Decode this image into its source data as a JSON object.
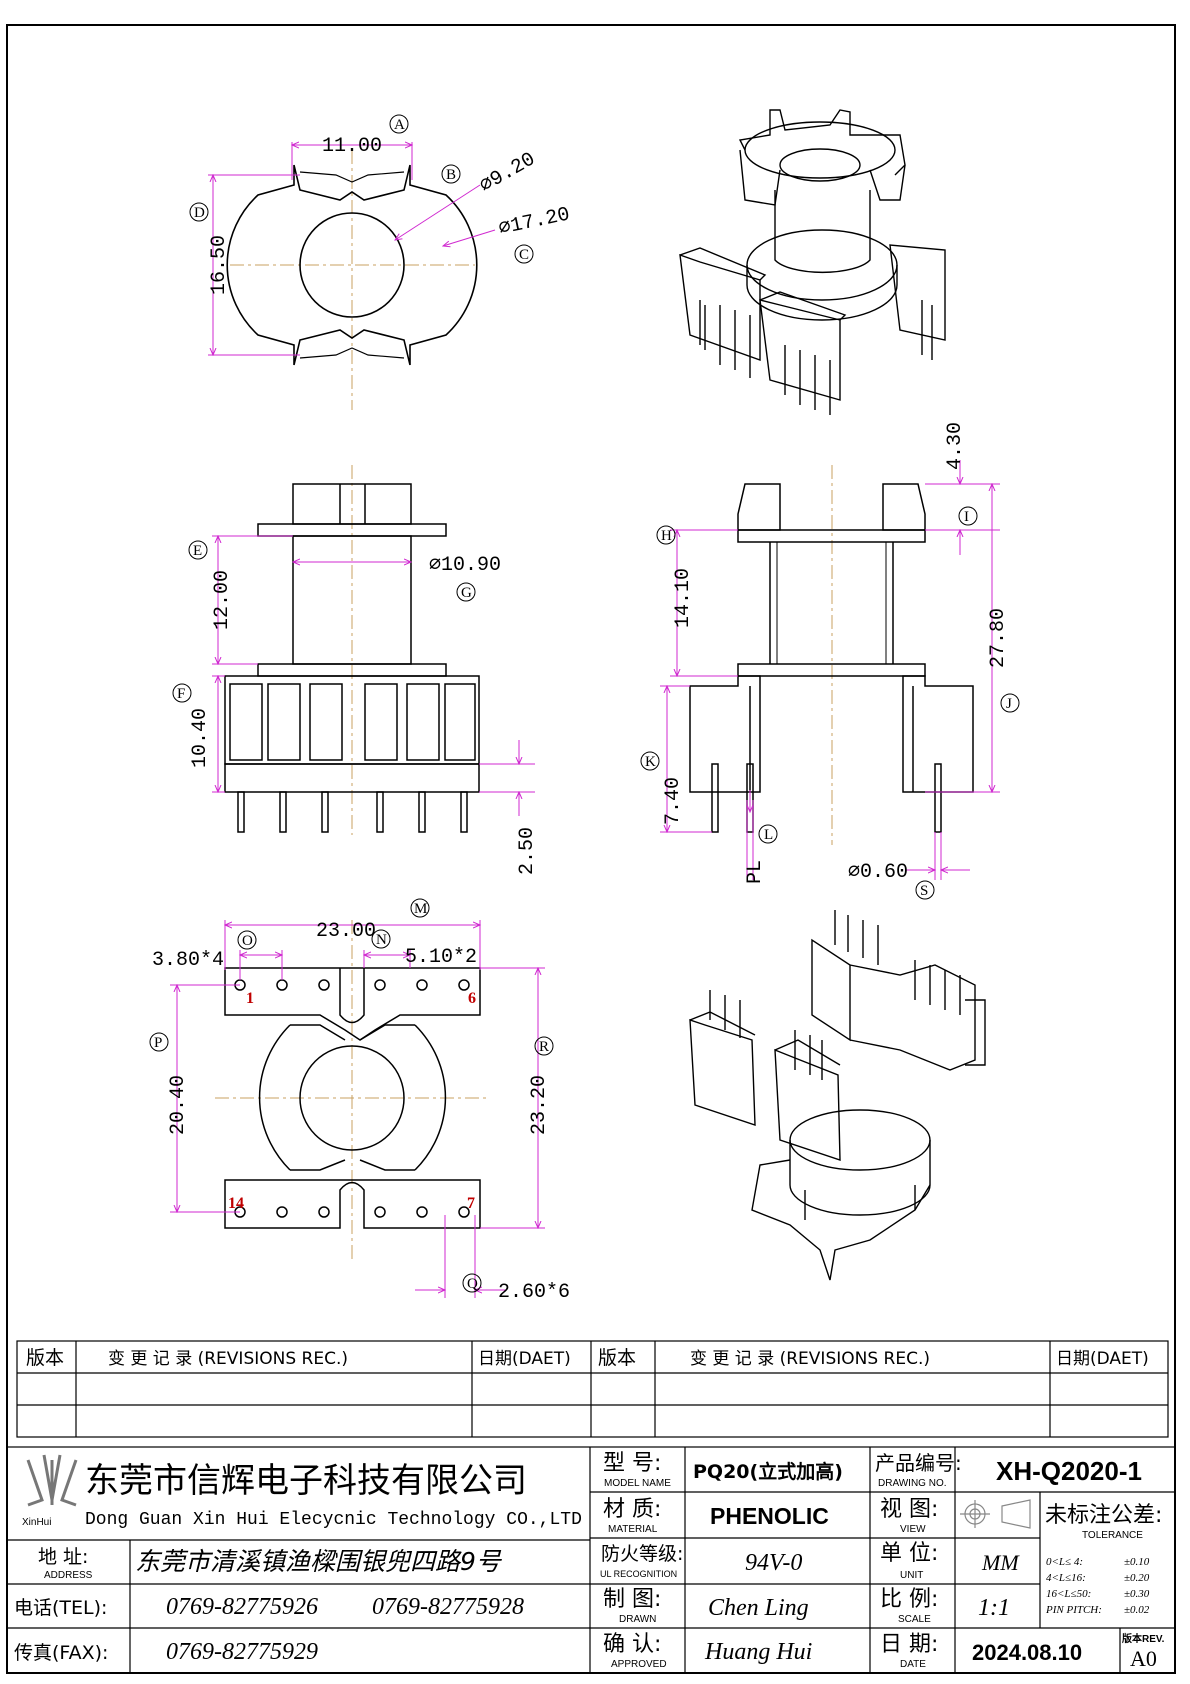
{
  "dimensions": {
    "top_view": {
      "width": "11.00",
      "height": "16.50",
      "inner_dia": "⌀9.20",
      "outer_dia": "⌀17.20",
      "tags": [
        "A",
        "B",
        "C",
        "D"
      ]
    },
    "side_view": {
      "tube_height": "12.00",
      "tube_dia": "⌀10.90",
      "base_height": "10.40",
      "pin_len": "2.50",
      "tags": [
        "E",
        "F",
        "G"
      ]
    },
    "front_view": {
      "flange": "4.30",
      "winding": "14.10",
      "total": "27.80",
      "lower": "7.40",
      "pl": "PL",
      "pin_dia": "⌀0.60",
      "tags": [
        "H",
        "I",
        "J",
        "K",
        "L",
        "S"
      ]
    },
    "bottom_view": {
      "overall": "23.00",
      "pitch": "3.80*4",
      "slot": "5.10*2",
      "height_left": "20.40",
      "height_right": "23.20",
      "pin_hole": "2.60*6",
      "tags": [
        "M",
        "N",
        "O",
        "P",
        "Q",
        "R"
      ],
      "pins": [
        "1",
        "6",
        "14",
        "7"
      ]
    }
  },
  "revisions": {
    "headers": [
      "版本",
      "变 更 记 录  (REVISIONS REC.)",
      "日期(DAET)",
      "版本",
      "变 更 记 录  (REVISIONS REC.)",
      "日期(DAET)"
    ]
  },
  "company": {
    "name_cn": "东莞市信辉电子科技有限公司",
    "name_en": "Dong Guan Xin Hui Elecycnic Technology CO.,LTD",
    "logo_text": "XinHui",
    "address_label": "地  址:",
    "address_label_en": "ADDRESS",
    "address": "东莞市清溪镇渔樑围银兜四路9号",
    "tel_label": "电话(TEL):",
    "tel1": "0769-82775926",
    "tel2": "0769-82775928",
    "fax_label": "传真(FAX):",
    "fax": "0769-82775929"
  },
  "title_block": {
    "model_label": "型  号:",
    "model_label_en": "MODEL NAME",
    "model": "PQ20(立式加高)",
    "material_label": "材  质:",
    "material_label_en": "MATERIAL",
    "material": "PHENOLIC",
    "ul_label": "防火等级:",
    "ul_label_en": "UL RECOGNITION",
    "ul": "94V-0",
    "drawn_label": "制  图:",
    "drawn_label_en": "DRAWN",
    "drawn": "Chen Ling",
    "approved_label": "确  认:",
    "approved_label_en": "APPROVED",
    "approved": "Huang Hui",
    "drawing_no_label": "产品编号:",
    "drawing_no_label_en": "DRAWING NO.",
    "drawing_no": "XH-Q2020-1",
    "view_label": "视  图:",
    "view_label_en": "VIEW",
    "unit_label": "单  位:",
    "unit_label_en": "UNIT",
    "unit": "MM",
    "scale_label": "比  例:",
    "scale_label_en": "SCALE",
    "scale": "1:1",
    "date_label": "日  期:",
    "date_label_en": "DATE",
    "date": "2024.08.10",
    "rev_label": "版本REV.",
    "rev": "A0",
    "tolerance_title": "未标注公差:",
    "tolerance_title_en": "TOLERANCE",
    "tolerances": [
      {
        "range": "0<L≤ 4:",
        "value": "±0.10"
      },
      {
        "range": "4<L≤16:",
        "value": "±0.20"
      },
      {
        "range": "16<L≤50:",
        "value": "±0.30"
      },
      {
        "range": "PIN PITCH:",
        "value": "±0.02"
      }
    ]
  },
  "colors": {
    "dimension": "#d02ad0",
    "outline": "#000000",
    "centerline": "#c8a060",
    "pin_label": "#c00000"
  }
}
